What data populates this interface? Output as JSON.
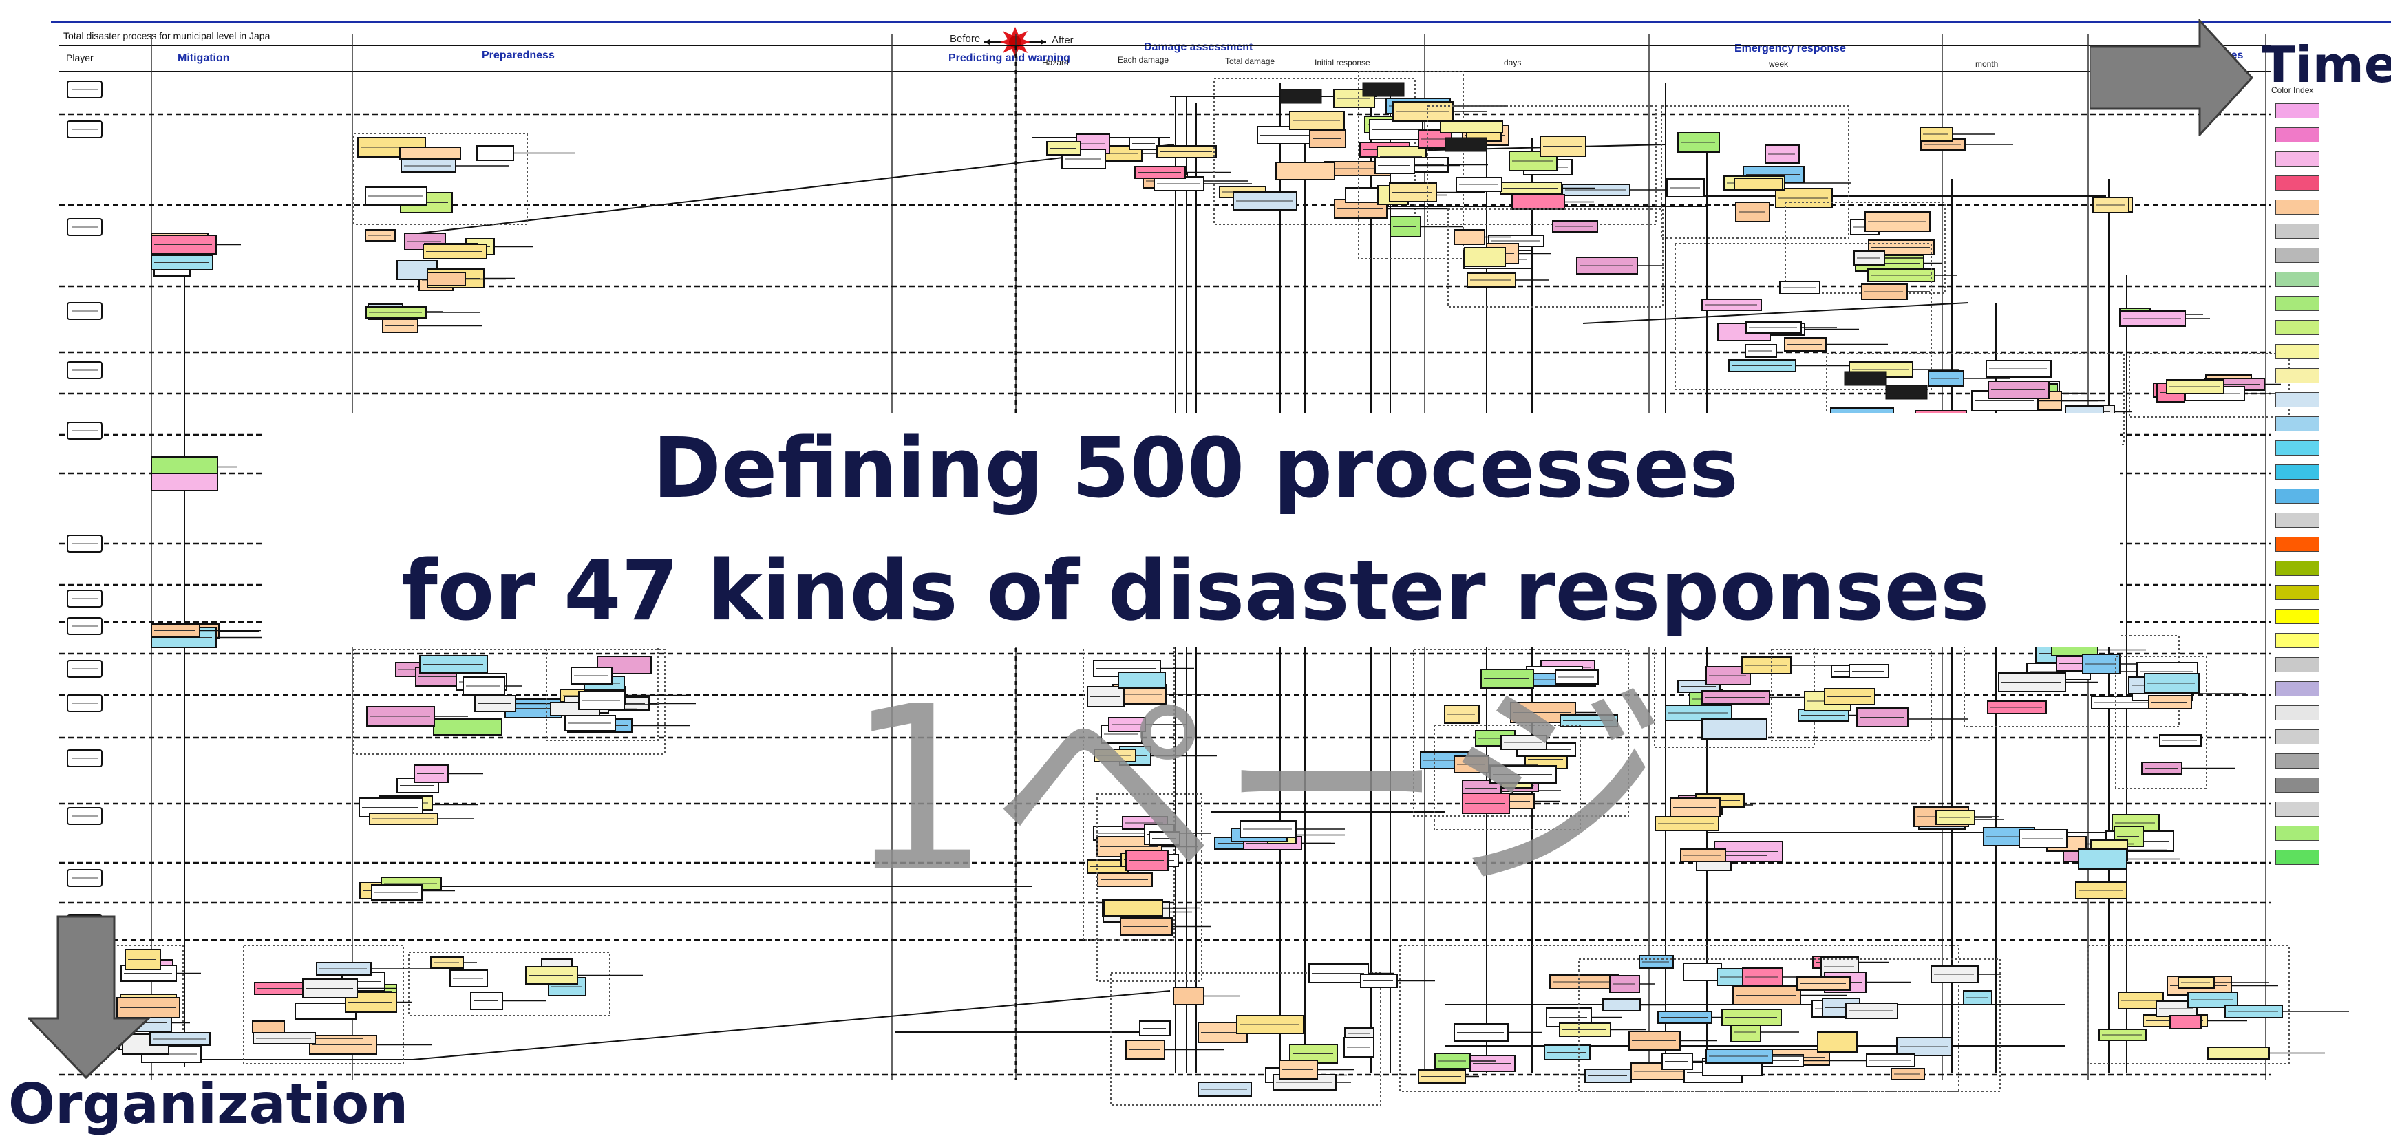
{
  "diagram": {
    "title": "Total disaster process for municipal level in Japa",
    "player_header": "Player",
    "phases": [
      {
        "label": "Mitigation"
      },
      {
        "label": "Preparedness"
      },
      {
        "label": "Predicting and warning"
      },
      {
        "label": "Damage assessment"
      },
      {
        "label": "Emergency response"
      },
      {
        "label": "Res"
      }
    ],
    "before_label": "Before",
    "after_label": "After",
    "sub_headers": [
      {
        "label": "Hazard"
      },
      {
        "label": "Each damage"
      },
      {
        "label": "Total damage"
      },
      {
        "label": "Initial response"
      },
      {
        "label": "days"
      },
      {
        "label": "week"
      },
      {
        "label": "month"
      }
    ],
    "color_index_label": "Color Index",
    "accent_color": "#1a2ea8",
    "arrow_color": "#7f7f7f",
    "swatch_colors": [
      "#f4a6e8",
      "#f07ac8",
      "#f6b6e6",
      "#f24f7a",
      "#fbc99a",
      "#c9c9c9",
      "#b8b8b8",
      "#9fd89f",
      "#a7e97a",
      "#c8f07e",
      "#f7f5a0",
      "#f8f1a8",
      "#cfe3f2",
      "#9fd3ef",
      "#5fd4ef",
      "#39c2e6",
      "#5ab5e8",
      "#cfcfcf",
      "#ff5a00",
      "#96b800",
      "#c6c600",
      "#ffff00",
      "#ffff6e",
      "#c9c9c9",
      "#b9aedc",
      "#e6e6e6",
      "#cfcfcf",
      "#a5a5a5",
      "#8a8a8a",
      "#d2d2d2",
      "#a7ec78",
      "#5ee05e"
    ],
    "watermark": "1ページ"
  },
  "overlay": {
    "headline_line1": "Defining 500 processes",
    "headline_line2": "for 47 kinds of disaster responses",
    "time_label": "Time",
    "organization_label": "Organization"
  }
}
